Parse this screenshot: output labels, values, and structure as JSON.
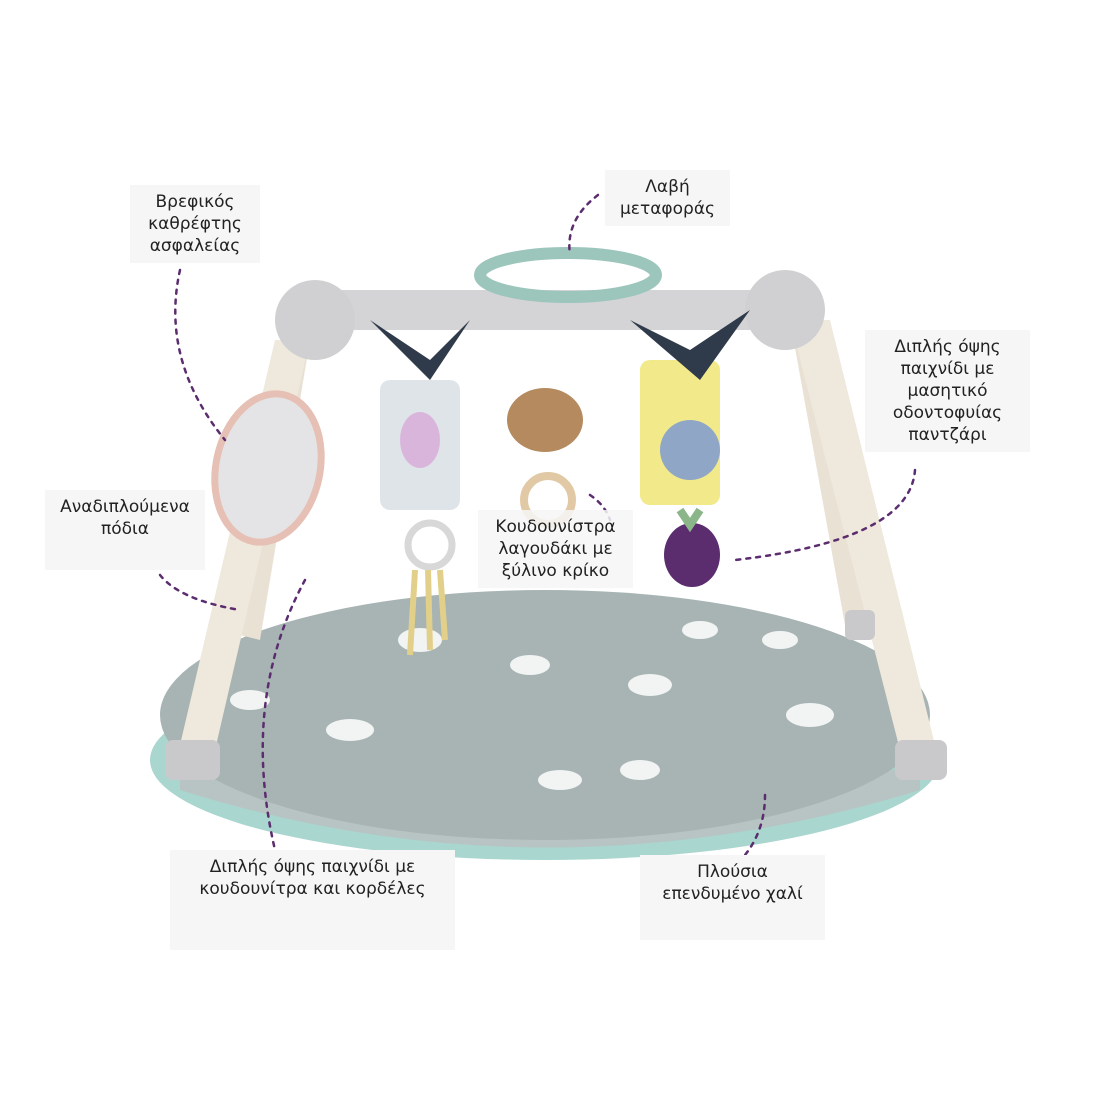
{
  "labels": {
    "mirror": "Βρεφικός\nκαθρέφτης\nασφαλείας",
    "handle": "Λαβή\nμεταφοράς",
    "double_teether": "Διπλής όψης\nπαιχνίδι με\nμασητικό\nοδοντοφυίας\nπαντζάρι",
    "legs": "Αναδιπλούμενα\nπόδια",
    "bunny": "Κουδουνίστρα\nλαγουδάκι με\nξύλινο κρίκο",
    "double_ribbons": "Διπλής όψης παιχνίδι με\nκουδουνίτρα και κορδέλες",
    "mat": "Πλούσια\nεπενδυμένο χαλί"
  },
  "colors": {
    "leader": "#5b2d6e",
    "mat": "#a9b5b4",
    "mat_edge": "#a9d6cf",
    "frame": "#d4d4d6",
    "legs": "#efe8dc"
  }
}
